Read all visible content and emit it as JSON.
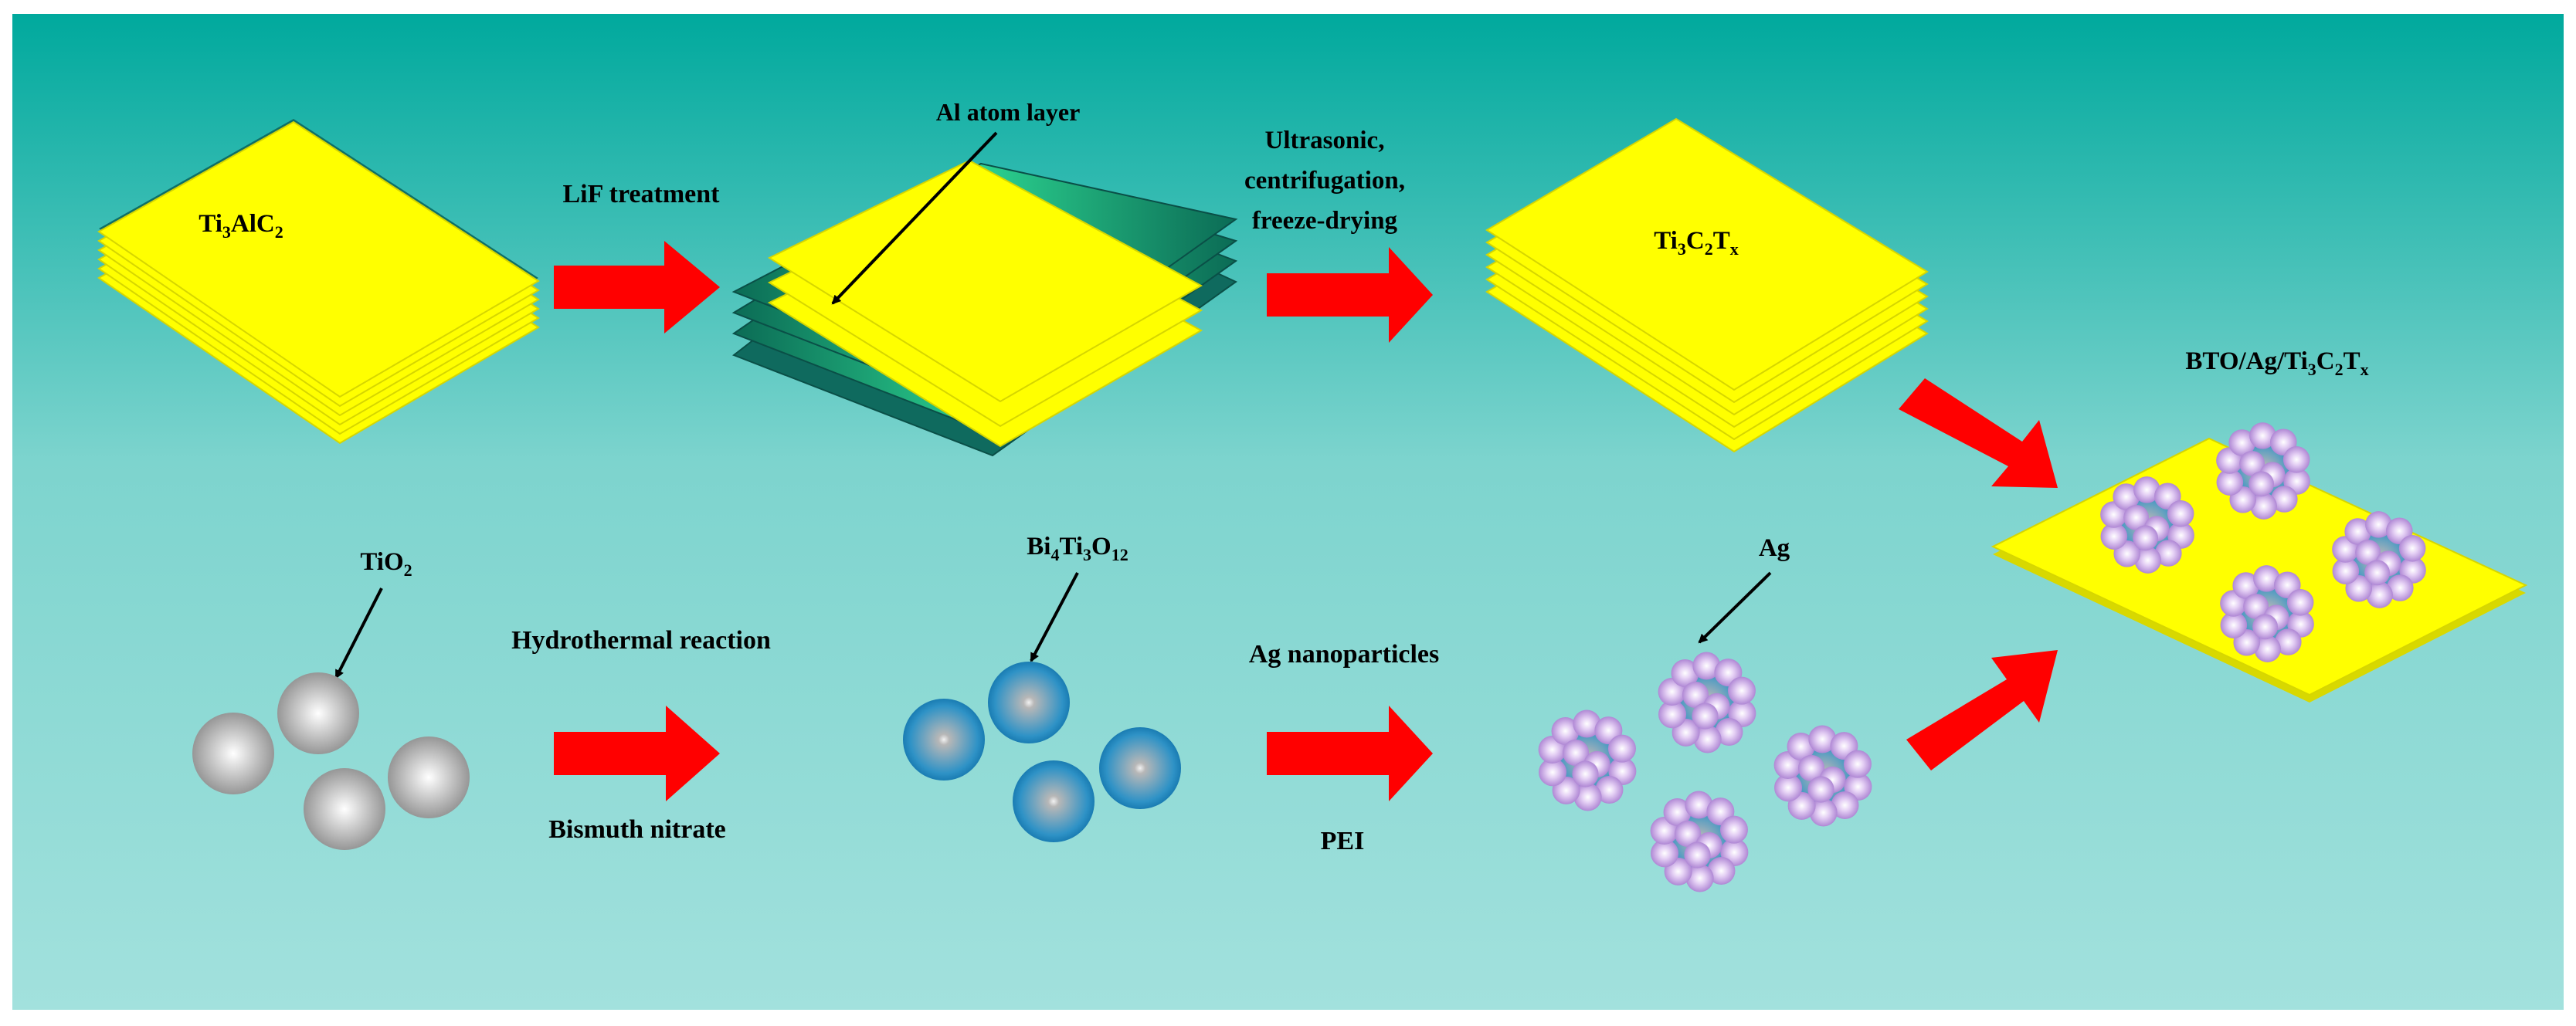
{
  "colors": {
    "background_top": "#00a99d",
    "background_bottom": "#9fe0dc",
    "layer_yellow": "#ffff00",
    "layer_edge": "#c9c900",
    "al_layer_green": "#16a57a",
    "arrow_red": "#ff0000",
    "tio2_gray": "#b4b4b4",
    "bto_blue": "#2a8fc4",
    "ag_purple": "#c9a6e6"
  },
  "labels": {
    "ti3alc2": {
      "base": "Ti",
      "sub1": "3",
      "mid": "AlC",
      "sub2": "2"
    },
    "lif_treatment": "LiF treatment",
    "al_atom_layer": "Al atom layer",
    "ultrasonic_line1": "Ultrasonic,",
    "ultrasonic_line2": "centrifugation,",
    "ultrasonic_line3": "freeze-drying",
    "ti3c2tx": {
      "a": "Ti",
      "a_sub": "3",
      "b": "C",
      "b_sub": "2",
      "c": "T",
      "c_sub": "x"
    },
    "bto_ag_ti3c2tx": {
      "prefix": "BTO/Ag/Ti",
      "s1": "3",
      "b": "C",
      "s2": "2",
      "c": "T",
      "s3": "x"
    },
    "tio2": {
      "base": "TiO",
      "sub": "2"
    },
    "hydrothermal_reaction": "Hydrothermal reaction",
    "bismuth_nitrate": "Bismuth nitrate",
    "bi4ti3o12": {
      "a": "Bi",
      "s1": "4",
      "b": "Ti",
      "s2": "3",
      "c": "O",
      "s3": "12"
    },
    "ag_nanoparticles": "Ag nanoparticles",
    "pei": "PEI",
    "ag": "Ag"
  }
}
